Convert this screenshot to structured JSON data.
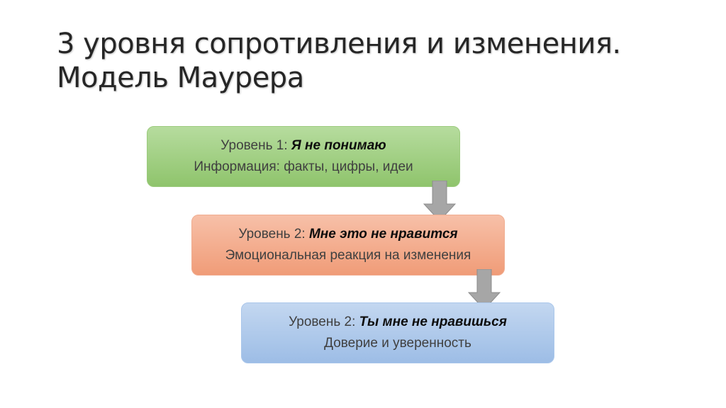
{
  "title": {
    "line1": "3 уровня сопротивления и изменения.",
    "line2": "Модель Маурера"
  },
  "levels": [
    {
      "prefix": "Уровень 1: ",
      "emphasis": "Я не понимаю",
      "description": "Информация: факты, цифры, идеи",
      "color": "#a3d183"
    },
    {
      "prefix": "Уровень 2: ",
      "emphasis": "Мне это не нравится",
      "description": "Эмоциональная реакция на изменения",
      "color": "#f4ae8f"
    },
    {
      "prefix": "Уровень 2: ",
      "emphasis": "Ты мне не нравишься",
      "description": "Доверие и уверенность",
      "color": "#b0cbeb"
    }
  ],
  "arrow_color": "#a6a6a6"
}
